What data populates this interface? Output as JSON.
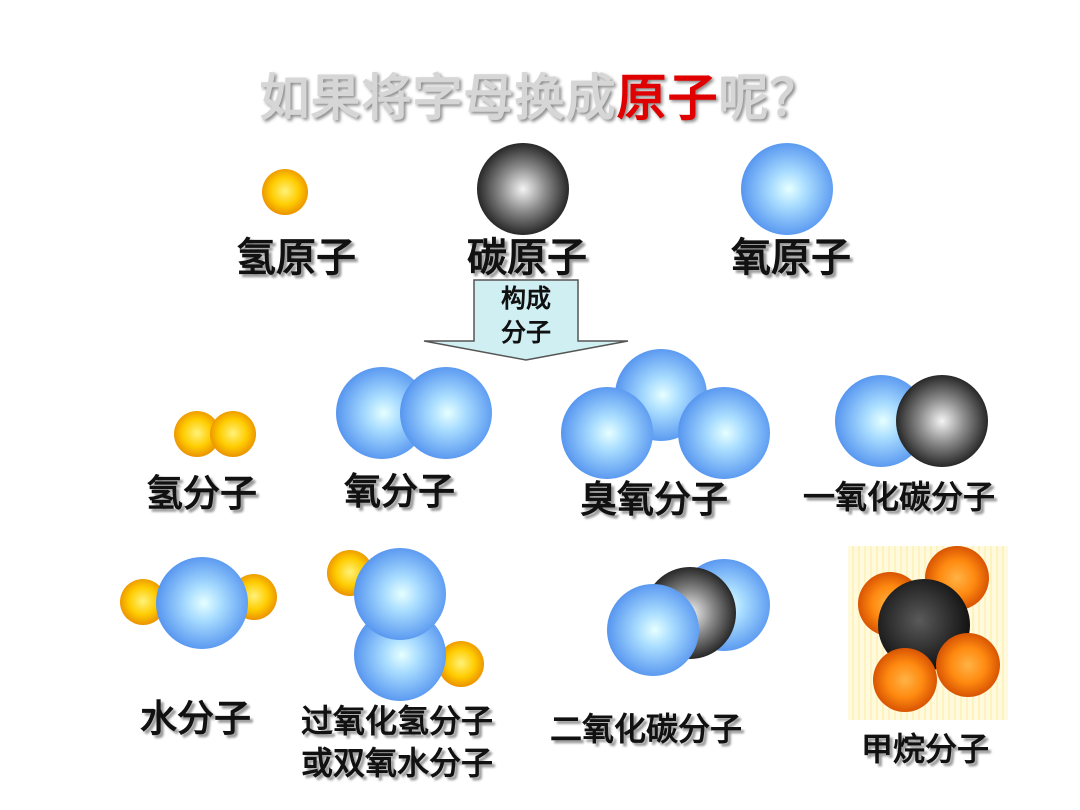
{
  "title": {
    "prefix": "如果将字母换成",
    "highlight": "原子",
    "suffix": "呢？"
  },
  "colors": {
    "hydrogen": "#f5a800",
    "carbon": "#2b2b2b",
    "oxygen": "#5b9cf5",
    "highlight": "#e00000",
    "arrow": "#cfeff2"
  },
  "arrow": {
    "line1": "构成",
    "line2": "分子"
  },
  "atoms": [
    {
      "id": "hydrogen",
      "label": "氢原子"
    },
    {
      "id": "carbon",
      "label": "碳原子"
    },
    {
      "id": "oxygen",
      "label": "氧原子"
    }
  ],
  "molecules": [
    {
      "id": "h2",
      "label": "氢分子"
    },
    {
      "id": "o2",
      "label": "氧分子"
    },
    {
      "id": "o3",
      "label": "臭氧分子"
    },
    {
      "id": "co",
      "label": "一氧化碳分子"
    },
    {
      "id": "h2o",
      "label": "水分子"
    },
    {
      "id": "h2o2",
      "label": "过氧化氢分子",
      "label2": "或双氧水分子"
    },
    {
      "id": "co2",
      "label": "二氧化碳分子"
    },
    {
      "id": "ch4",
      "label": "甲烷分子"
    }
  ]
}
